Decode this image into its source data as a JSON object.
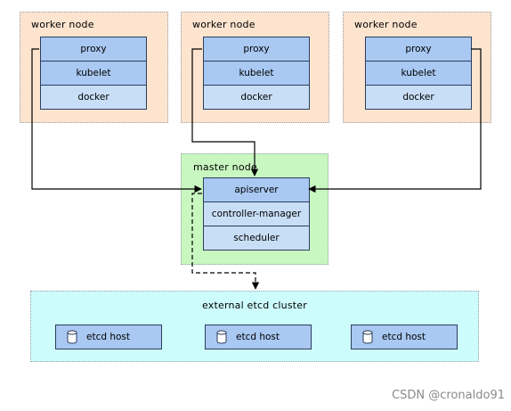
{
  "workers": [
    {
      "title": "worker node",
      "components": [
        "proxy",
        "kubelet",
        "docker"
      ]
    },
    {
      "title": "worker node",
      "components": [
        "proxy",
        "kubelet",
        "docker"
      ]
    },
    {
      "title": "worker node",
      "components": [
        "proxy",
        "kubelet",
        "docker"
      ]
    }
  ],
  "master": {
    "title": "master node",
    "components": [
      "apiserver",
      "controller-manager",
      "scheduler"
    ]
  },
  "etcd_cluster": {
    "title": "external etcd cluster",
    "hosts": [
      "etcd host",
      "etcd host",
      "etcd host"
    ]
  },
  "icons": {
    "etcd_host": "database-icon"
  },
  "colors": {
    "worker_bg": "#fce4cf",
    "master_bg": "#c8f7c0",
    "etcd_bg": "#cdfcfc",
    "component_dark": "#a9c8f2",
    "component_light": "#c8def6"
  },
  "watermark": "CSDN @cronaldo91"
}
